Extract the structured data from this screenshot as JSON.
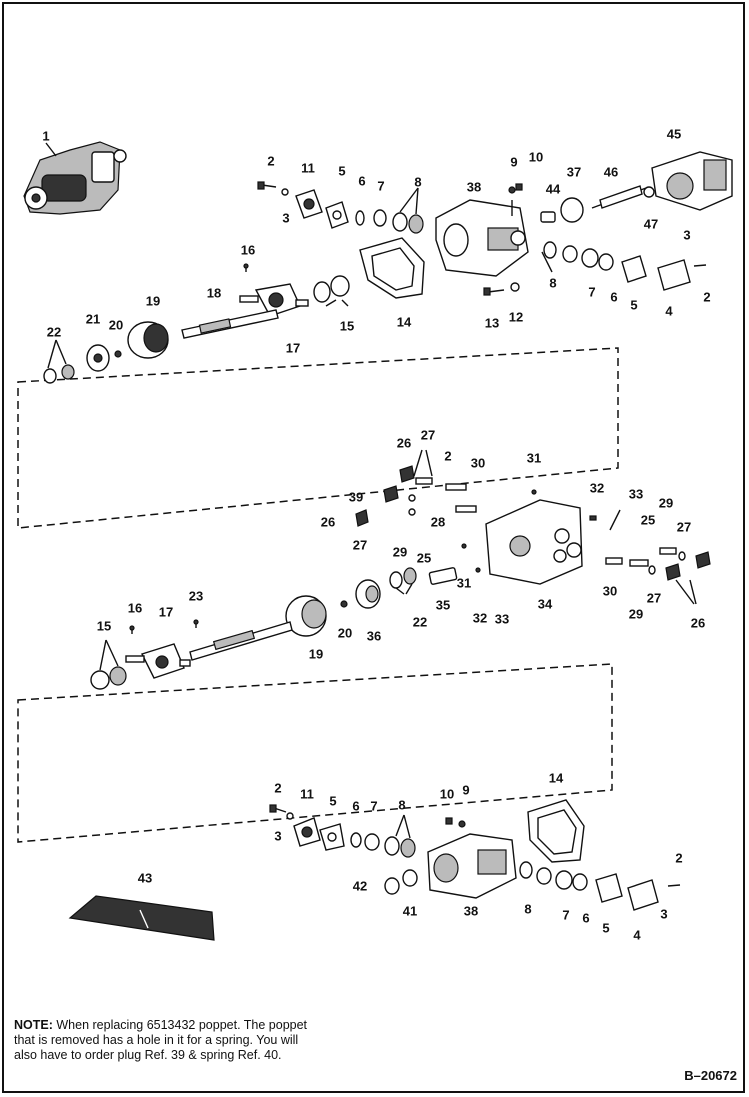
{
  "callouts": [
    {
      "id": "c1",
      "text": "1"
    },
    {
      "id": "c2a",
      "text": "2"
    },
    {
      "id": "c3a",
      "text": "3"
    },
    {
      "id": "c11a",
      "text": "11"
    },
    {
      "id": "c5a",
      "text": "5"
    },
    {
      "id": "c6a",
      "text": "6"
    },
    {
      "id": "c7a",
      "text": "7"
    },
    {
      "id": "c8a",
      "text": "8"
    },
    {
      "id": "c38a",
      "text": "38"
    },
    {
      "id": "c9a",
      "text": "9"
    },
    {
      "id": "c10a",
      "text": "10"
    },
    {
      "id": "c44",
      "text": "44"
    },
    {
      "id": "c37",
      "text": "37"
    },
    {
      "id": "c46",
      "text": "46"
    },
    {
      "id": "c45",
      "text": "45"
    },
    {
      "id": "c47",
      "text": "47"
    },
    {
      "id": "c3b",
      "text": "3"
    },
    {
      "id": "c2b",
      "text": "2"
    },
    {
      "id": "c4a",
      "text": "4"
    },
    {
      "id": "c5b",
      "text": "5"
    },
    {
      "id": "c6b",
      "text": "6"
    },
    {
      "id": "c7b",
      "text": "7"
    },
    {
      "id": "c8b",
      "text": "8"
    },
    {
      "id": "c12a",
      "text": "12"
    },
    {
      "id": "c13",
      "text": "13"
    },
    {
      "id": "c14a",
      "text": "14"
    },
    {
      "id": "c15a",
      "text": "15"
    },
    {
      "id": "c16a",
      "text": "16"
    },
    {
      "id": "c17a",
      "text": "17"
    },
    {
      "id": "c18",
      "text": "18"
    },
    {
      "id": "c19a",
      "text": "19"
    },
    {
      "id": "c20a",
      "text": "20"
    },
    {
      "id": "c21",
      "text": "21"
    },
    {
      "id": "c22a",
      "text": "22"
    },
    {
      "id": "c26a",
      "text": "26"
    },
    {
      "id": "c27a",
      "text": "27"
    },
    {
      "id": "c2c",
      "text": "2"
    },
    {
      "id": "c30a",
      "text": "30"
    },
    {
      "id": "c31a",
      "text": "31"
    },
    {
      "id": "c32a",
      "text": "32"
    },
    {
      "id": "c33a",
      "text": "33"
    },
    {
      "id": "c39",
      "text": "39"
    },
    {
      "id": "c26b",
      "text": "26"
    },
    {
      "id": "c28",
      "text": "28"
    },
    {
      "id": "c27b",
      "text": "27"
    },
    {
      "id": "c29a",
      "text": "29"
    },
    {
      "id": "c25a",
      "text": "25"
    },
    {
      "id": "c29b",
      "text": "29"
    },
    {
      "id": "c25b",
      "text": "25"
    },
    {
      "id": "c27c",
      "text": "27"
    },
    {
      "id": "c31b",
      "text": "31"
    },
    {
      "id": "c35",
      "text": "35"
    },
    {
      "id": "c32b",
      "text": "32"
    },
    {
      "id": "c33b",
      "text": "33"
    },
    {
      "id": "c34",
      "text": "34"
    },
    {
      "id": "c30b",
      "text": "30"
    },
    {
      "id": "c27d",
      "text": "27"
    },
    {
      "id": "c29c",
      "text": "29"
    },
    {
      "id": "c26c",
      "text": "26"
    },
    {
      "id": "c23",
      "text": "23"
    },
    {
      "id": "c16b",
      "text": "16"
    },
    {
      "id": "c17b",
      "text": "17"
    },
    {
      "id": "c15b",
      "text": "15"
    },
    {
      "id": "c19b",
      "text": "19"
    },
    {
      "id": "c20b",
      "text": "20"
    },
    {
      "id": "c36",
      "text": "36"
    },
    {
      "id": "c22b",
      "text": "22"
    },
    {
      "id": "c2d",
      "text": "2"
    },
    {
      "id": "c11b",
      "text": "11"
    },
    {
      "id": "c5c",
      "text": "5"
    },
    {
      "id": "c6c",
      "text": "6"
    },
    {
      "id": "c7c",
      "text": "7"
    },
    {
      "id": "c8c",
      "text": "8"
    },
    {
      "id": "c10b",
      "text": "10"
    },
    {
      "id": "c9b",
      "text": "9"
    },
    {
      "id": "c14b",
      "text": "14"
    },
    {
      "id": "c3c",
      "text": "3"
    },
    {
      "id": "c42",
      "text": "42"
    },
    {
      "id": "c41",
      "text": "41"
    },
    {
      "id": "c38b",
      "text": "38"
    },
    {
      "id": "c8d",
      "text": "8"
    },
    {
      "id": "c7d",
      "text": "7"
    },
    {
      "id": "c6d",
      "text": "6"
    },
    {
      "id": "c5d",
      "text": "5"
    },
    {
      "id": "c4b",
      "text": "4"
    },
    {
      "id": "c3d",
      "text": "3"
    },
    {
      "id": "c2e",
      "text": "2"
    },
    {
      "id": "c43",
      "text": "43"
    }
  ],
  "note": {
    "label": "NOTE:",
    "text": "When replacing 6513432 poppet. The poppet that is removed has a hole in it for a spring. You will also have to order plug Ref. 39 & spring Ref. 40."
  },
  "figure_ref": "B–20672"
}
